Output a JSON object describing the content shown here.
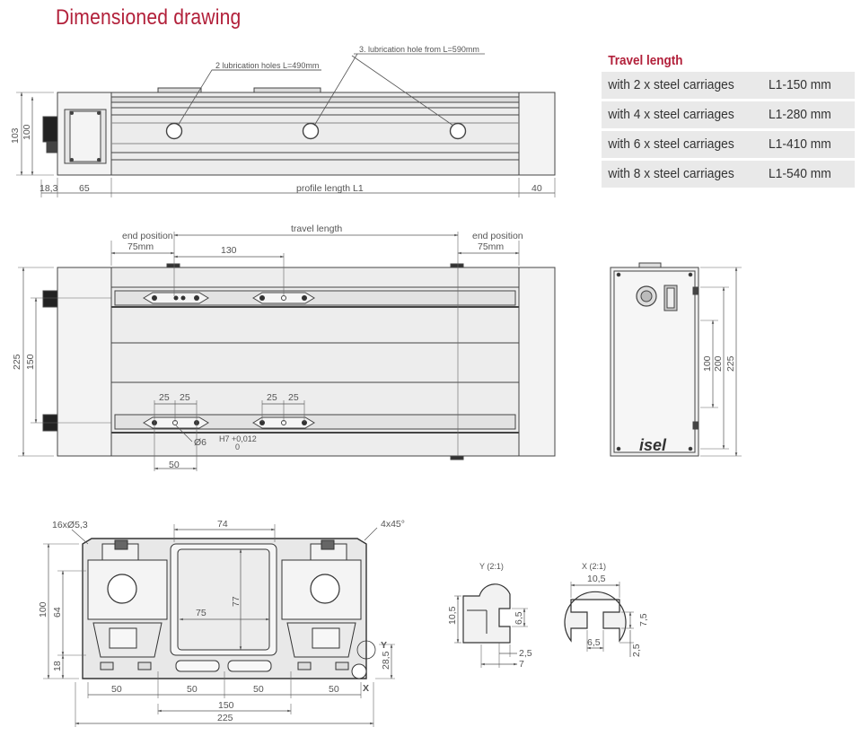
{
  "title": "Dimensioned drawing",
  "travel_table": {
    "heading": "Travel length",
    "rows": [
      {
        "carriages": "with 2 x steel carriages",
        "value": "L1-150 mm"
      },
      {
        "carriages": "with 4 x steel carriages",
        "value": "L1-280 mm"
      },
      {
        "carriages": "with 6 x steel carriages",
        "value": "L1-410 mm"
      },
      {
        "carriages": "with 8 x steel carriages",
        "value": "L1-540 mm"
      }
    ]
  },
  "side_view": {
    "lub_holes_note": "2 lubrication holes L=490mm",
    "lub_hole3_note": "3. lubrication hole from L=590mm",
    "dim_103": "103",
    "dim_100": "100",
    "dim_18_3": "18,3",
    "dim_65": "65",
    "profile_length": "profile length L1",
    "dim_40": "40"
  },
  "top_view": {
    "end_position": "end position",
    "end_75": "75mm",
    "travel_length": "travel length",
    "dim_130": "130",
    "dim_225": "225",
    "dim_150": "150",
    "dim_25": "25",
    "dia_6": "Ø6",
    "tol_upper": "H7 +0,012",
    "tol_lower": "0",
    "dim_50": "50"
  },
  "end_view": {
    "dim_100": "100",
    "dim_200": "200",
    "dim_225": "225",
    "brand": "isel"
  },
  "section_view": {
    "holes": "16xØ5,3",
    "dim_74": "74",
    "chamfer": "4x45°",
    "dim_75": "75",
    "dim_77": "77",
    "dim_100": "100",
    "dim_64": "64",
    "dim_18": "18",
    "dim_50": "50",
    "dim_150": "150",
    "dim_225": "225",
    "dim_28_5": "28,5",
    "label_y": "Y",
    "label_x": "X"
  },
  "detail_y": {
    "label": "Y (2:1)",
    "dim_10_5": "10,5",
    "dim_6_5": "6,5",
    "dim_2_5": "2,5",
    "dim_7": "7"
  },
  "detail_x": {
    "label": "X (2:1)",
    "dim_10_5": "10,5",
    "dim_7_5": "7,5",
    "dim_6_5": "6,5",
    "dim_2_5": "2,5"
  }
}
